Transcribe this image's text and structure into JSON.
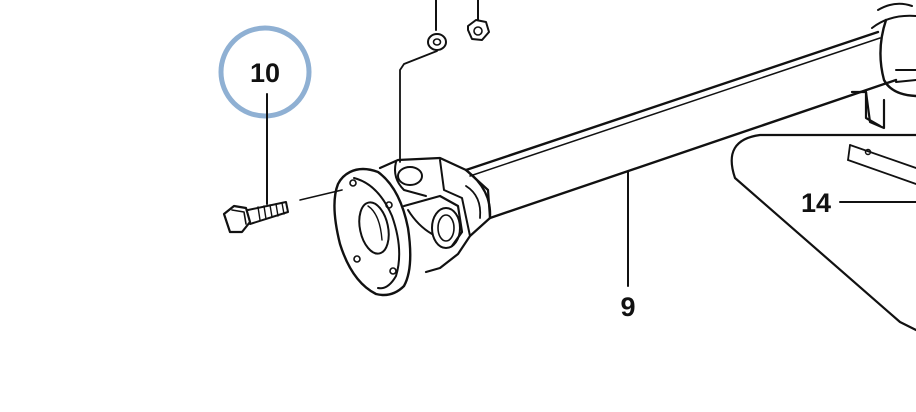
{
  "diagram": {
    "highlight_color": "#8fb0d3",
    "line_color": "#111111",
    "callouts": {
      "bolt": "10",
      "shaft": "9",
      "bracket": "14"
    }
  }
}
